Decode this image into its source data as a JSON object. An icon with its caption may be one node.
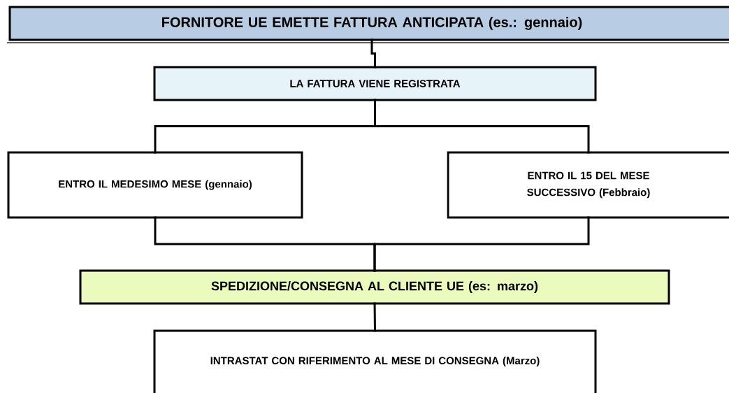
{
  "diagram": {
    "nodes": [
      {
        "text": [
          "FORNITORE UE EMETTE FATTURA ANTICIPATA (es.: gennaio)"
        ]
      },
      {
        "text": [
          "LA FATTURA VIENE REGISTRATA"
        ]
      },
      {
        "text": [
          "ENTRO IL MEDESIMO MESE (gennaio)"
        ]
      },
      {
        "text": [
          "ENTRO IL 15 DEL MESE SUCCESSIVO (Febbraio)"
        ]
      },
      {
        "text": [
          "SPEDIZIONE/CONSEGNA AL CLIENTE UE (es: marzo)"
        ]
      },
      {
        "text": [
          "INTRASTAT CON RIFERIMENTO AL MESE DI CONSEGNA (Marzo)"
        ]
      }
    ],
    "edges": [
      {
        "from": 0,
        "to": 1,
        "arrow": "none"
      },
      {
        "from": 1,
        "to": 2,
        "arrow": "none"
      },
      {
        "from": 1,
        "to": 3,
        "arrow": "none"
      },
      {
        "from": 2,
        "to": 4,
        "arrow": "none"
      },
      {
        "from": 3,
        "to": 4,
        "arrow": "none"
      },
      {
        "from": 4,
        "to": 5,
        "arrow": "none"
      }
    ]
  }
}
